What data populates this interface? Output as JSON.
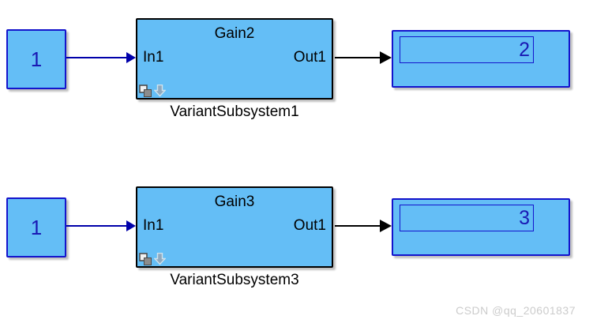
{
  "canvas": {
    "type": "simulink-model-diagram",
    "background": "#ffffff",
    "watermark": "CSDN @qq_20601837"
  },
  "colors": {
    "block_fill": "#64bef6",
    "blue_border": "#1414cc",
    "subsystem_border": "#000000",
    "signal_wire_blue": "#0000aa",
    "signal_wire_black": "#000000",
    "digit_blue": "#1a1ab4",
    "label_text": "#000000",
    "watermark_gray": "#cccccc"
  },
  "icons": {
    "badge_left": "variant-overlapping-squares-icon",
    "badge_right": "variant-down-arrow-icon"
  },
  "rows": [
    {
      "constant": {
        "value": "1"
      },
      "subsystem": {
        "title": "Gain2",
        "input_port": "In1",
        "output_port": "Out1",
        "label": "VariantSubsystem1"
      },
      "display": {
        "value": "2"
      }
    },
    {
      "constant": {
        "value": "1"
      },
      "subsystem": {
        "title": "Gain3",
        "input_port": "In1",
        "output_port": "Out1",
        "label": "VariantSubsystem3"
      },
      "display": {
        "value": "3"
      }
    }
  ]
}
